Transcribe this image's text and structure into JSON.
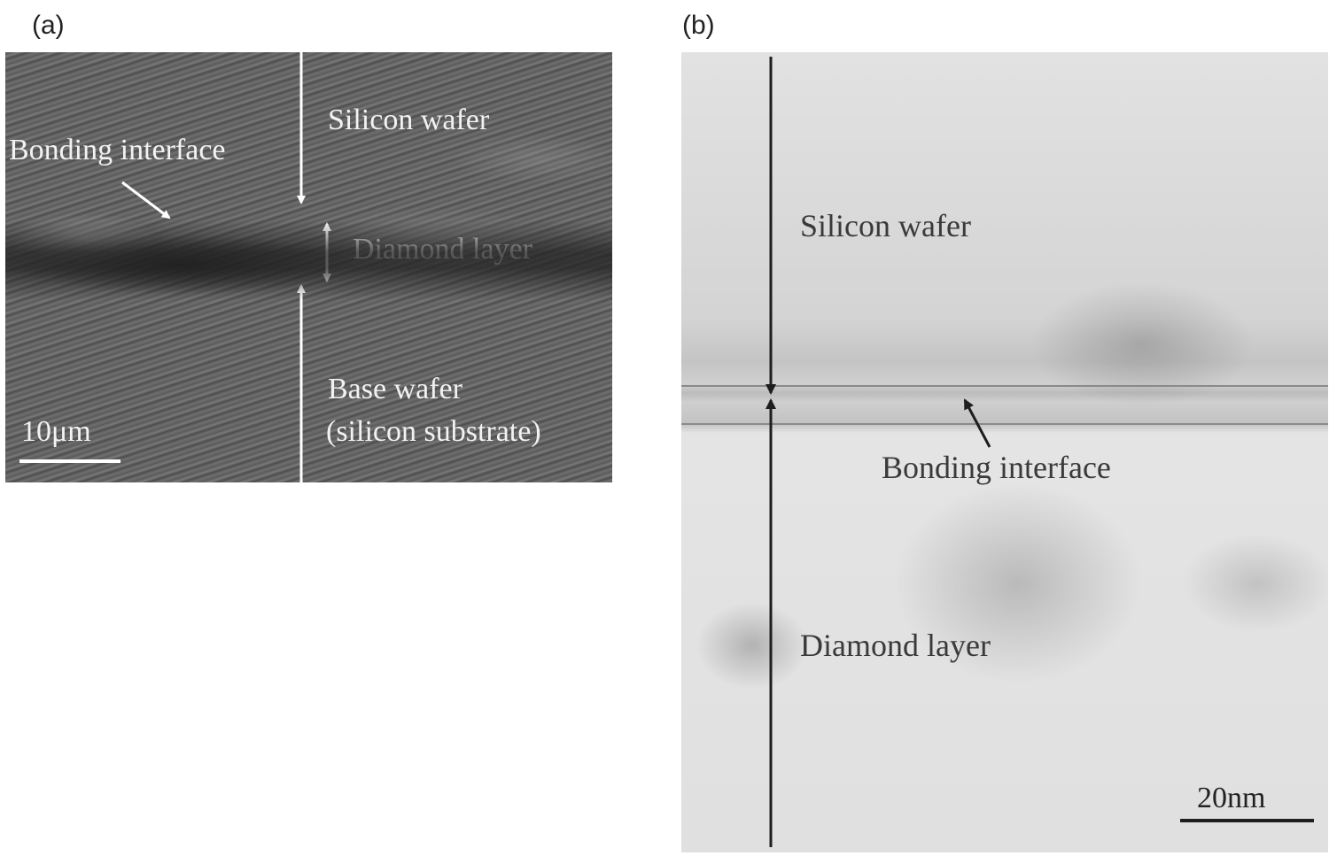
{
  "panels": [
    {
      "letter": "(a)",
      "labels": {
        "silicon_wafer": "Silicon wafer",
        "bonding_interface": "Bonding interface",
        "diamond_layer": "Diamond layer",
        "base_wafer_line1": "Base wafer",
        "base_wafer_line2": "(silicon substrate)"
      },
      "scale_bar": "10μm"
    },
    {
      "letter": "(b)",
      "labels": {
        "silicon_wafer": "Silicon wafer",
        "bonding_interface": "Bonding interface",
        "diamond_layer": "Diamond layer"
      },
      "scale_bar": "20nm"
    }
  ],
  "colors": {
    "annotation_light": "#ffffff",
    "annotation_dark": "#1e1e1e"
  }
}
